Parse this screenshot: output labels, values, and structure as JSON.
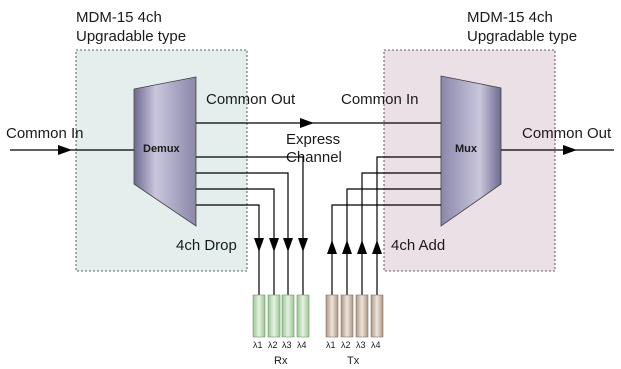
{
  "demux_module": {
    "title": "MDM-15 4ch",
    "subtitle": "Upgradable type",
    "device_label": "Demux",
    "common_in_label": "Common In",
    "common_out_label": "Common Out",
    "drop_label": "4ch Drop"
  },
  "mux_module": {
    "title": "MDM-15 4ch",
    "subtitle": "Upgradable type",
    "device_label": "Mux",
    "common_in_label": "Common In",
    "common_out_label": "Common Out",
    "add_label": "4ch Add"
  },
  "express_channel": {
    "line1": "Express",
    "line2": "Channel"
  },
  "rx": {
    "label": "Rx",
    "wavelengths": [
      "λ1",
      "λ2",
      "λ3",
      "λ4"
    ]
  },
  "tx": {
    "label": "Tx",
    "wavelengths": [
      "λ1",
      "λ2",
      "λ3",
      "λ4"
    ]
  },
  "colors": {
    "demux_box": "#e4eeec",
    "mux_box": "#eae0e5",
    "rx_connector": "#bfdcb8",
    "tx_connector": "#cbb9aa",
    "device_body": "#a7a4c2"
  }
}
